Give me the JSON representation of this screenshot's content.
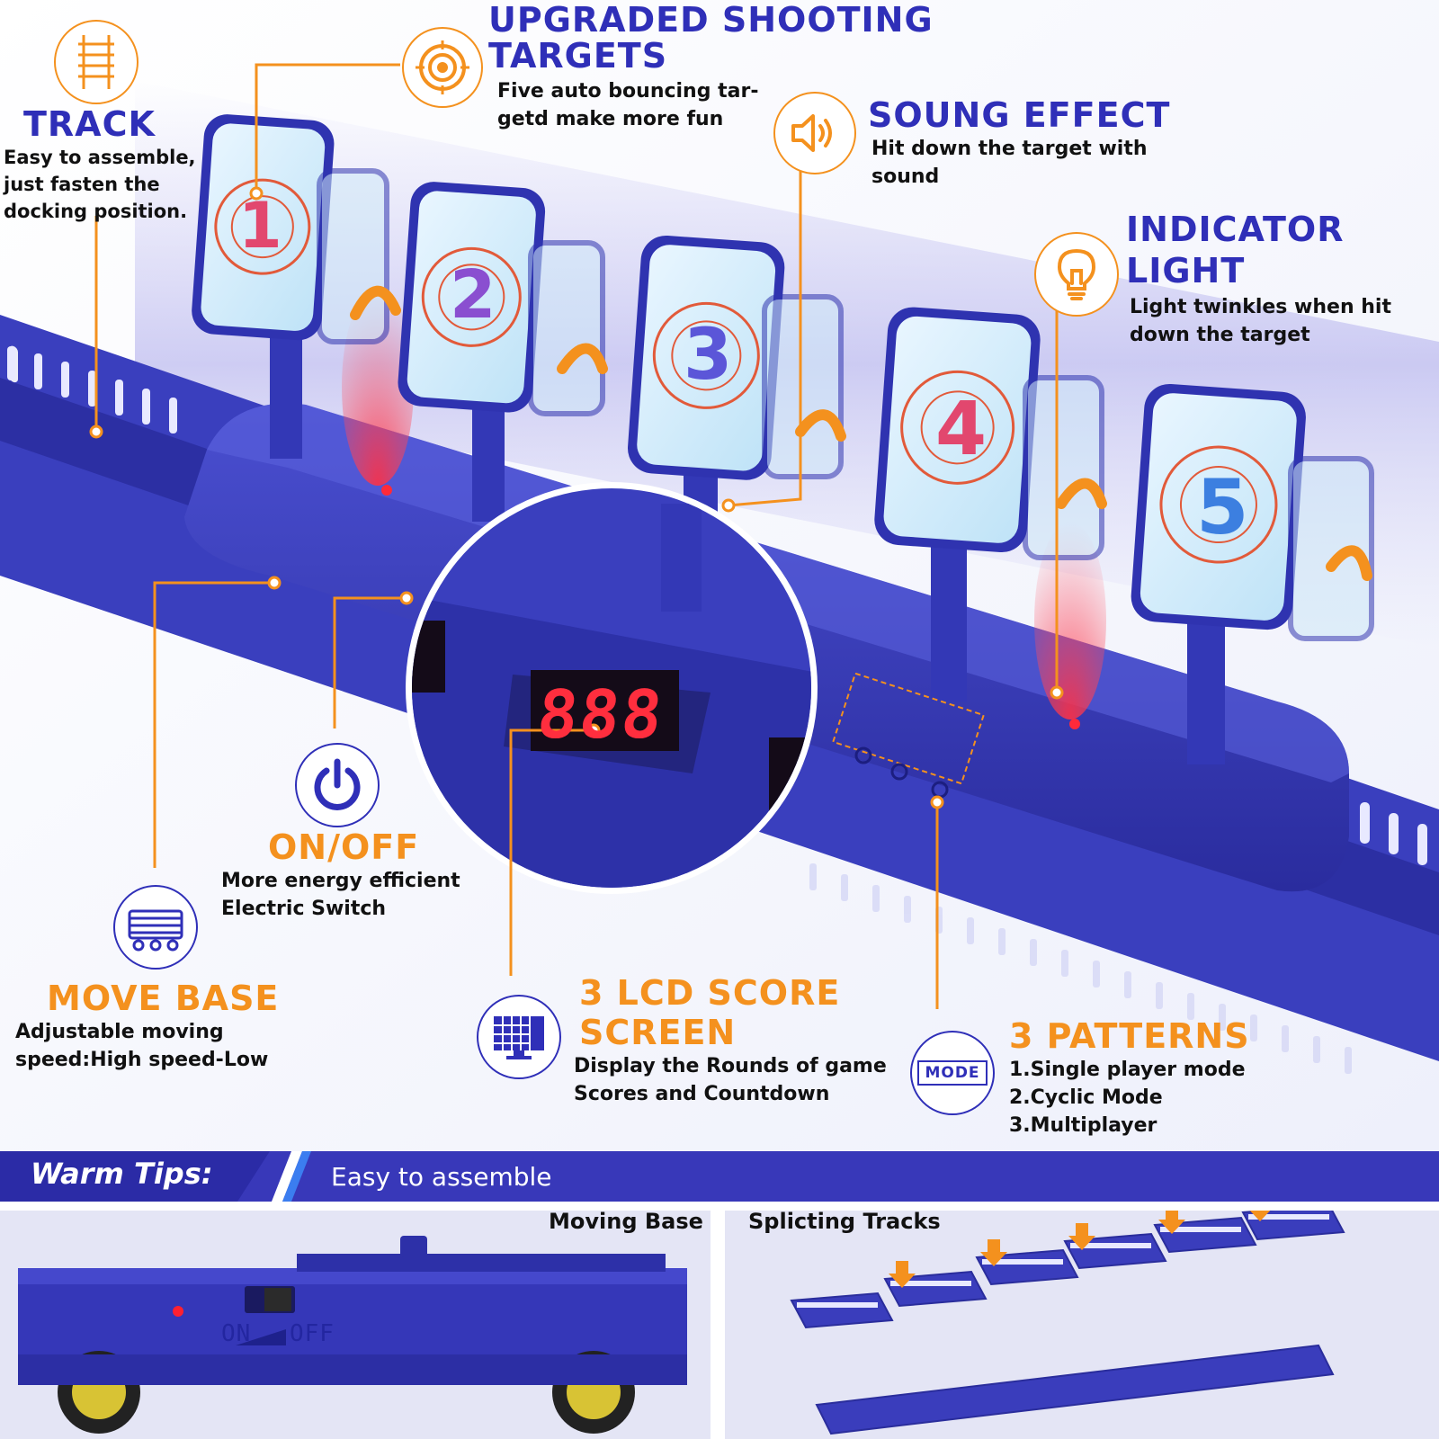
{
  "features": {
    "track": {
      "title": "TRACK",
      "desc": "Easy to assemble,\njust fasten the\ndocking position.",
      "icon": "track-icon"
    },
    "targets": {
      "title_line1": "UPGRADED SHOOTING",
      "title_line2": "TARGETS",
      "desc": "Five auto bouncing tar-\ngetd make more fun",
      "icon": "target-icon"
    },
    "sound": {
      "title": "SOUNG EFFECT",
      "desc": "Hit down the target with\nsound",
      "icon": "speaker-icon"
    },
    "indicator": {
      "title_line1": "INDICATOR",
      "title_line2": "LIGHT",
      "desc": "Light twinkles when hit\ndown the target",
      "icon": "lightbulb-icon"
    },
    "onoff": {
      "title": "ON/OFF",
      "desc": "More energy efficient\nElectric Switch",
      "icon": "power-icon"
    },
    "move_base": {
      "title": "MOVE BASE",
      "desc": "Adjustable moving\nspeed:High speed-Low",
      "icon": "cart-icon"
    },
    "lcd": {
      "title_line1": "3 LCD SCORE",
      "title_line2": "SCREEN",
      "desc": "Display the Rounds of game\nScores and Countdown",
      "icon": "monitor-icon"
    },
    "patterns": {
      "title": "3 PATTERNS",
      "desc": "1.Single player mode\n2.Cyclic Mode\n3.Multiplayer",
      "badge": "MODE",
      "icon": "mode-icon"
    }
  },
  "targets": [
    "1",
    "2",
    "3",
    "4",
    "5"
  ],
  "lcd_display": "888",
  "warm_tips": {
    "title": "Warm Tips:",
    "text": "Easy to assemble"
  },
  "panels": {
    "moving_base": {
      "label": "Moving Base",
      "switch_on": "ON",
      "switch_off": "OFF"
    },
    "tracks": {
      "label": "Splicting Tracks"
    }
  },
  "colors": {
    "brand_blue": "#2f2fb8",
    "accent_orange": "#f4911e",
    "product_blue": "#3a3fc0",
    "banner_blue": "#3838b9"
  }
}
